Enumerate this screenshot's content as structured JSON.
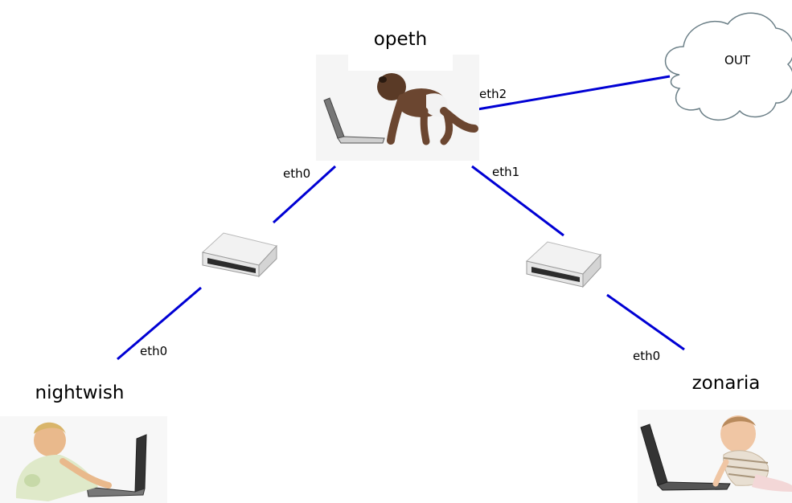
{
  "hosts": {
    "opeth": "opeth",
    "nightwish": "nightwish",
    "zonaria": "zonaria"
  },
  "cloud": {
    "label": "OUT"
  },
  "interfaces": {
    "opeth_eth2": "eth2",
    "opeth_eth0": "eth0",
    "opeth_eth1": "eth1",
    "nightwish_eth0": "eth0",
    "zonaria_eth0": "eth0"
  },
  "colors": {
    "link": "#0000d4",
    "cloud_stroke": "#6b7f87"
  },
  "icons": {
    "opeth": "crawling-baby-with-laptop-icon",
    "nightwish": "toddler-with-laptop-icon",
    "zonaria": "baby-with-laptop-icon",
    "switch_left": "network-switch-icon",
    "switch_right": "network-switch-icon",
    "internet": "cloud-icon"
  }
}
